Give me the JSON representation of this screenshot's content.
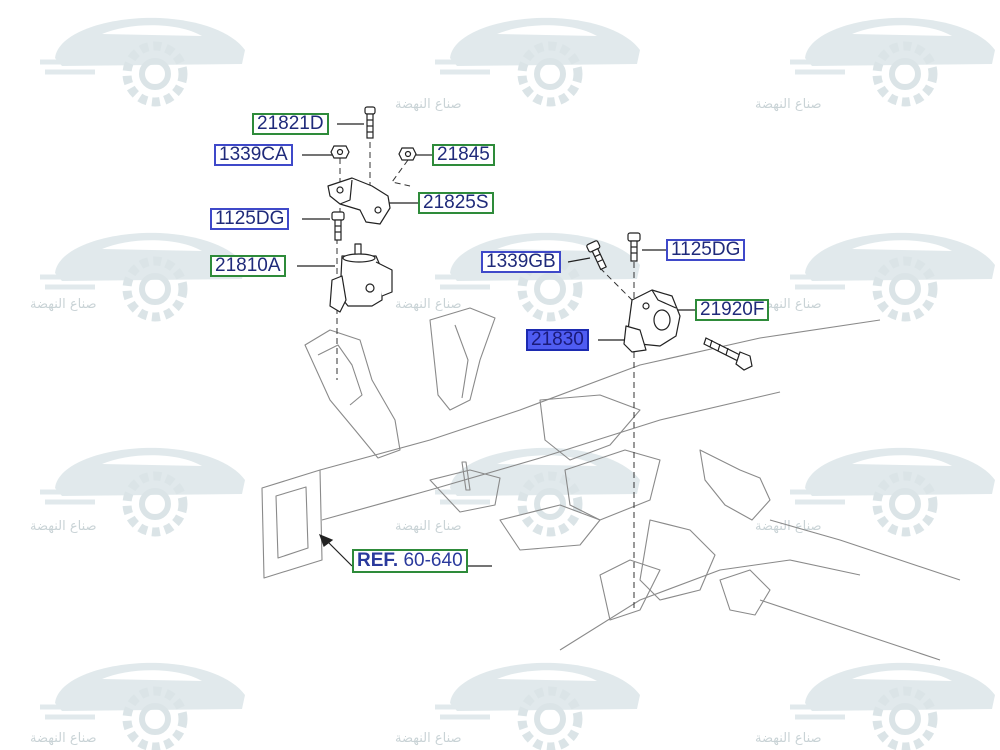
{
  "watermark_text": "صناع النهضة",
  "colors": {
    "callout_green": "#2e8b3a",
    "callout_blue": "#3f49c9",
    "selected_fill": "#4f5cf2",
    "label_text": "#1f2a7a",
    "line_art": "#888888",
    "watermark": "#d3dde0"
  },
  "callouts": [
    {
      "id": "21821D",
      "label": "21821D",
      "style": "green"
    },
    {
      "id": "1339CA",
      "label": "1339CA",
      "style": "blue"
    },
    {
      "id": "21845",
      "label": "21845",
      "style": "green"
    },
    {
      "id": "21825S",
      "label": "21825S",
      "style": "green"
    },
    {
      "id": "1125DG-left",
      "label": "1125DG",
      "style": "blue"
    },
    {
      "id": "21810A",
      "label": "21810A",
      "style": "green"
    },
    {
      "id": "1339GB",
      "label": "1339GB",
      "style": "blue"
    },
    {
      "id": "1125DG-right",
      "label": "1125DG",
      "style": "blue"
    },
    {
      "id": "21920F",
      "label": "21920F",
      "style": "green"
    },
    {
      "id": "21830",
      "label": "21830",
      "style": "blue",
      "selected": true
    }
  ],
  "reference": {
    "prefix": "REF.",
    "code": "60-640"
  }
}
